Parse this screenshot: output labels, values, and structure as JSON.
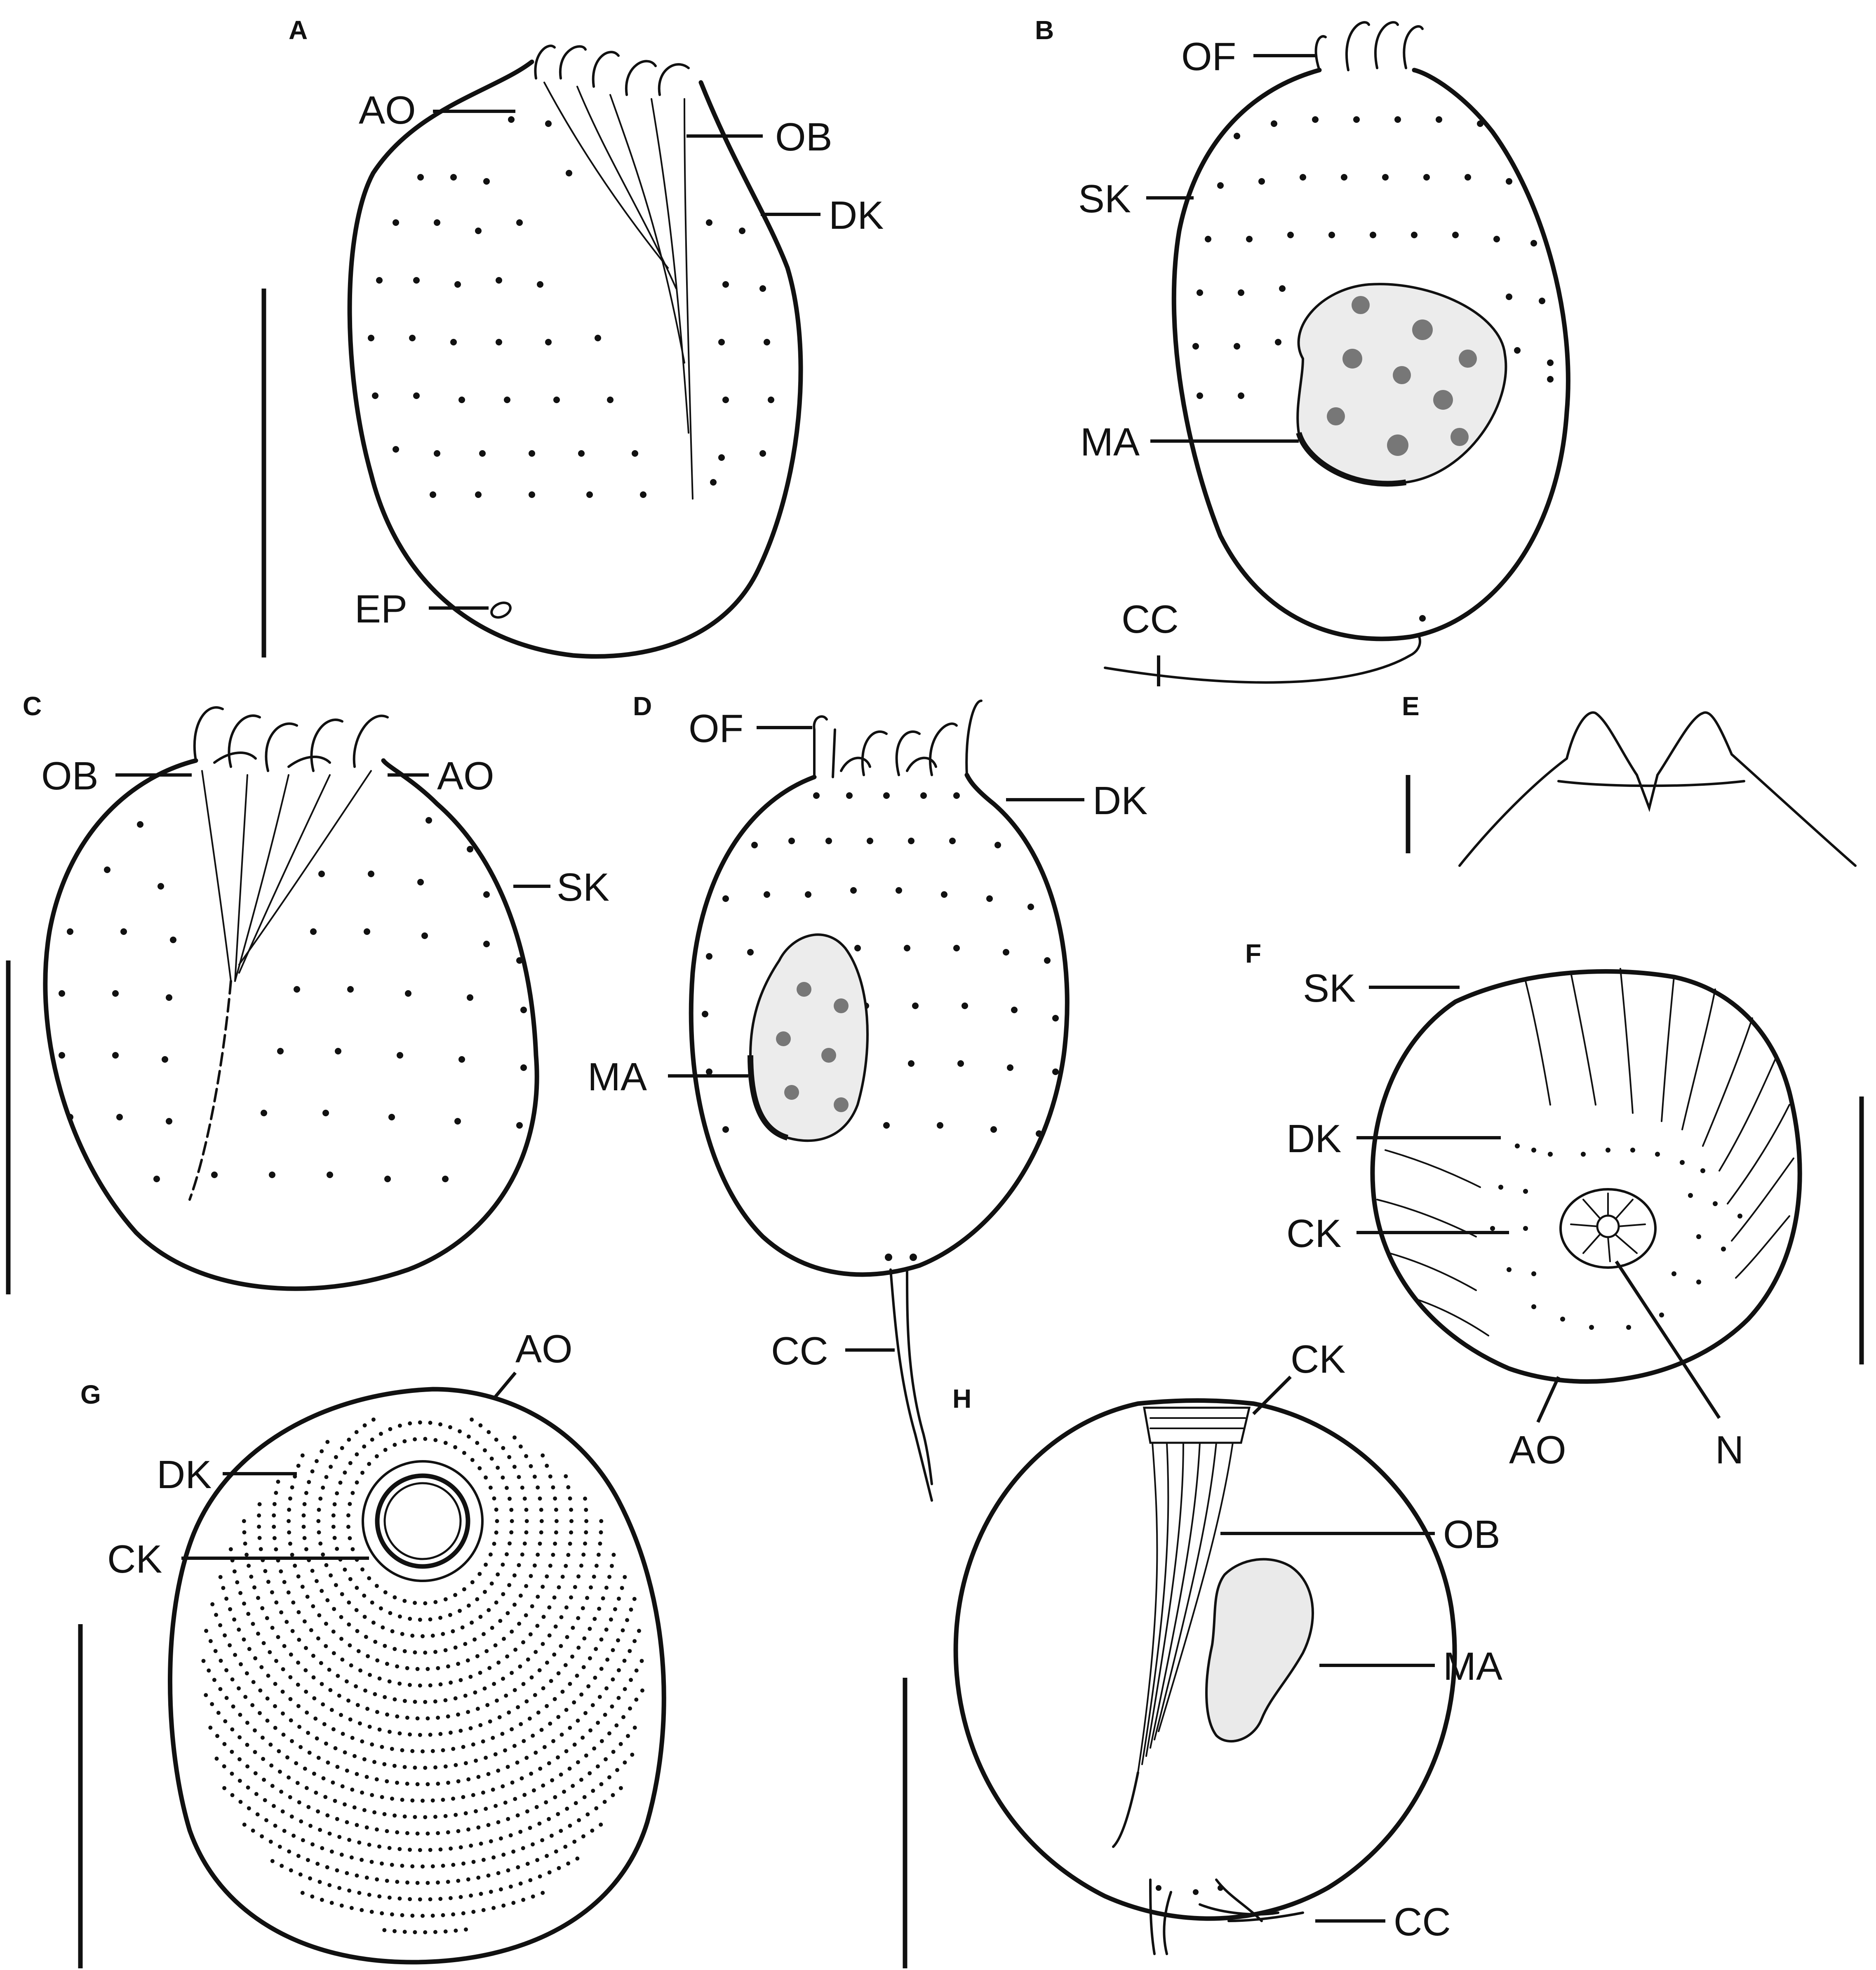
{
  "figure": {
    "panels": [
      {
        "id": "A",
        "labels": [
          "AO",
          "OB",
          "DK",
          "EP"
        ]
      },
      {
        "id": "B",
        "labels": [
          "OF",
          "SK",
          "MA",
          "CC"
        ]
      },
      {
        "id": "C",
        "labels": [
          "OB",
          "AO",
          "SK"
        ]
      },
      {
        "id": "D",
        "labels": [
          "OF",
          "DK",
          "MA",
          "CC"
        ]
      },
      {
        "id": "E",
        "labels": []
      },
      {
        "id": "F",
        "labels": [
          "SK",
          "DK",
          "CK",
          "AO",
          "N"
        ]
      },
      {
        "id": "G",
        "labels": [
          "AO",
          "DK",
          "CK"
        ]
      },
      {
        "id": "H",
        "labels": [
          "CK",
          "OB",
          "MA",
          "CC"
        ]
      }
    ]
  }
}
